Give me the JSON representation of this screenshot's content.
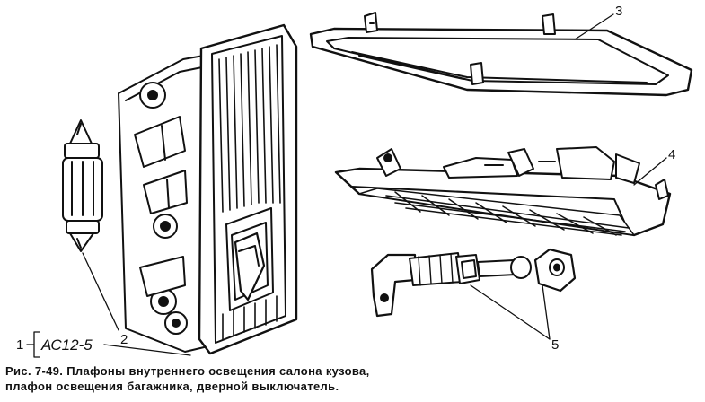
{
  "callouts": {
    "c1": "1",
    "c2": "2",
    "c3": "3",
    "c4": "4",
    "c5": "5"
  },
  "bulb_label": "АС12-5",
  "caption": {
    "line1": "Рис. 7-49. Плафоны внутреннего освещения салона кузова,",
    "line2": "плафон освещения багажника, дверной выключатель."
  }
}
